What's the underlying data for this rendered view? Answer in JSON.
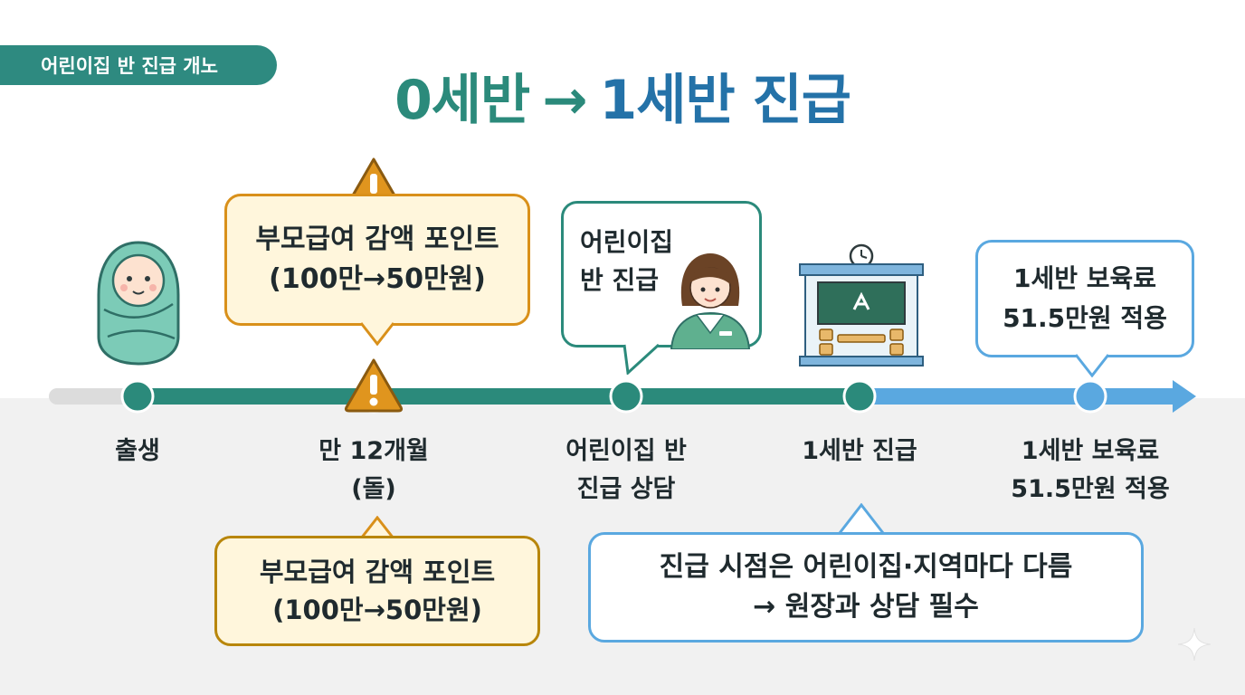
{
  "tag": {
    "text": "어린이집 반 진급 개노"
  },
  "title": {
    "part0": "0세반",
    "arrow": "→",
    "part1": "1세반 진급"
  },
  "colors": {
    "teal": "#2b8a7b",
    "blue": "#5aa8e0",
    "orange": "#d9901a",
    "title_blue": "#2472a8"
  },
  "callouts": {
    "upper_warning": {
      "line1": "부모급여 감액 포인트",
      "line2": "(100만→50만원)"
    },
    "teacher": {
      "line1": "어린이집",
      "line2": "반 진급"
    },
    "fee": {
      "line1": "1세반 보육료",
      "line2": "51.5만원 적용"
    },
    "lower_warning": {
      "line1": "부모급여 감액 포인트",
      "line2": "(100만→50만원)"
    },
    "note": {
      "line1": "진급 시점은 어린이집·지역마다 다름",
      "line2": "→ 원장과 상담 필수"
    }
  },
  "timeline": {
    "milestones": [
      {
        "line1": "출생",
        "line2": ""
      },
      {
        "line1": "만 12개월",
        "line2": "(돌)"
      },
      {
        "line1": "어린이집 반",
        "line2": "진급 상담"
      },
      {
        "line1": "1세반 진급",
        "line2": ""
      },
      {
        "line1": "1세반 보육료",
        "line2": "51.5만원 적용"
      }
    ]
  },
  "icons": {
    "baby": "baby-icon",
    "warning": "warning-icon",
    "teacher": "teacher-icon",
    "classroom": "classroom-icon",
    "clock": "clock-icon",
    "sparkle": "sparkle-icon"
  }
}
